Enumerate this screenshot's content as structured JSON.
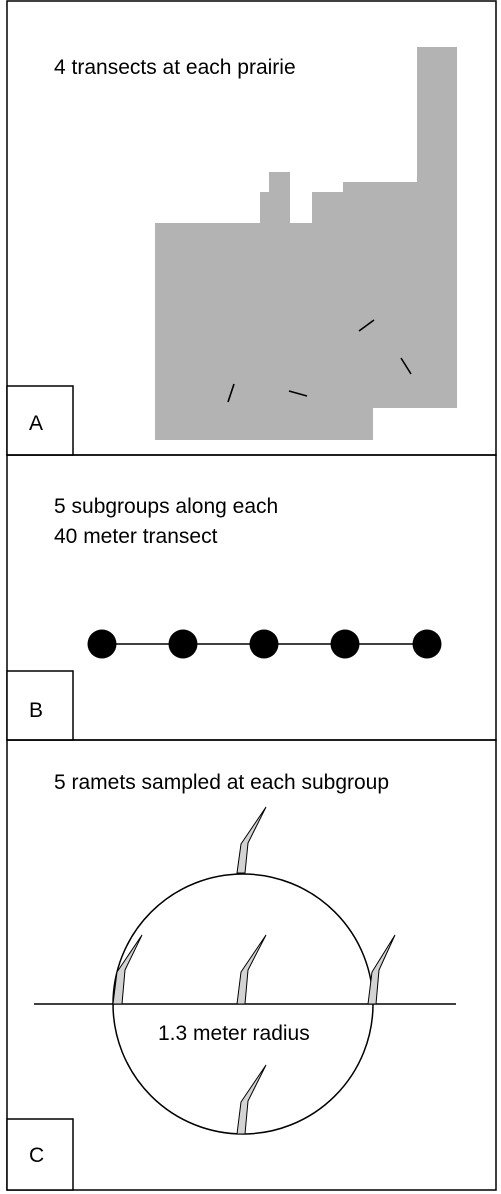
{
  "panels": {
    "a": {
      "letter": "A",
      "caption": "4 transects at each prairie",
      "transect_count": 4,
      "colors": {
        "prairie": "#b3b3b3",
        "transect": "#000000"
      }
    },
    "b": {
      "letter": "B",
      "caption_line1": "5 subgroups along each",
      "caption_line2": "40 meter transect",
      "subgroup_count": 5,
      "colors": {
        "dot": "#000000",
        "line": "#000000"
      }
    },
    "c": {
      "letter": "C",
      "caption": "5 ramets sampled at each subgroup",
      "radius_label": "1.3 meter radius",
      "ramet_count": 5,
      "colors": {
        "ramet_fill": "#d3d3d3",
        "ramet_stroke": "#000000",
        "circle": "#000000"
      }
    }
  }
}
